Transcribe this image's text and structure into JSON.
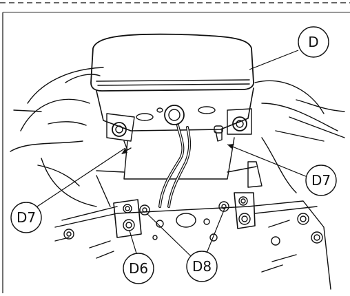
{
  "callouts": {
    "d": "D",
    "d7_right": "D7",
    "d7_left": "D7",
    "d6": "D6",
    "d8": "D8"
  },
  "colors": {
    "line": "#111111",
    "background": "#ffffff",
    "frame_dash": "#333333"
  }
}
